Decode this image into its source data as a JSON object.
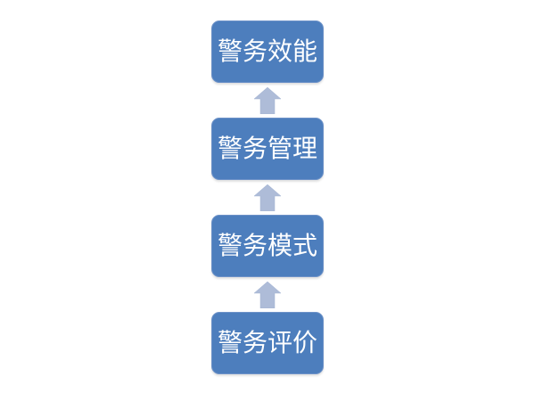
{
  "diagram": {
    "type": "vertical-process-flow",
    "direction": "bottom-to-top",
    "steps": [
      {
        "label": "警务效能"
      },
      {
        "label": "警务管理"
      },
      {
        "label": "警务模式"
      },
      {
        "label": "警务评价"
      }
    ],
    "arrows": {
      "glyph": "up-block-arrow",
      "count": 3
    },
    "colors": {
      "box_fill": "#4d7ebd",
      "box_border": "#6d92c8",
      "box_text": "#ffffff",
      "arrow_fill": "#aebcd8",
      "background": "#ffffff"
    }
  }
}
